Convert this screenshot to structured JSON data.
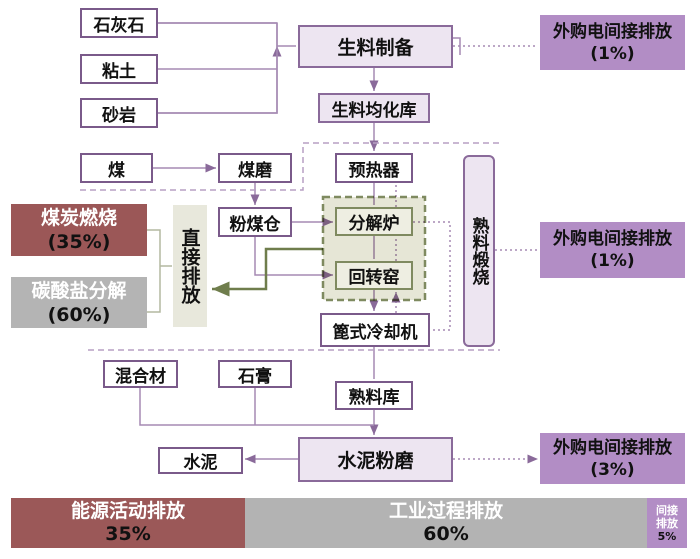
{
  "raw_inputs": [
    "石灰石",
    "粘土",
    "砂岩"
  ],
  "raw_prep": "生料制备",
  "raw_homogenize": "生料均化库",
  "coal": "煤",
  "coal_mill": "煤磨",
  "coal_bin": "粉煤仓",
  "preheater": "预热器",
  "calciner": "分解炉",
  "kiln": "回转窑",
  "cooler": "篦式冷却机",
  "clinker_calcination": "熟料煅烧",
  "direct_emission": "直接排放",
  "coal_combustion": {
    "label": "煤炭燃烧",
    "pct": "(35%)"
  },
  "carbonate": {
    "label": "碳酸盐分解",
    "pct": "(60%)"
  },
  "indirect": [
    {
      "label": "外购电间接排放",
      "pct": "(1%)"
    },
    {
      "label": "外购电间接排放",
      "pct": "(1%)"
    },
    {
      "label": "外购电间接排放",
      "pct": "(3%)"
    }
  ],
  "admixture": "混合材",
  "gypsum": "石膏",
  "clinker_store": "熟料库",
  "cement": "水泥",
  "cement_grinding": "水泥粉磨",
  "summary": [
    {
      "label": "能源活动排放",
      "pct": "35%",
      "value": 35,
      "color": "#9b5858"
    },
    {
      "label": "工业过程排放",
      "pct": "60%",
      "value": 60,
      "color": "#b3b3b3"
    },
    {
      "label": "间接排放",
      "pct": "5%",
      "value": 5,
      "color": "#b28dc5"
    }
  ]
}
